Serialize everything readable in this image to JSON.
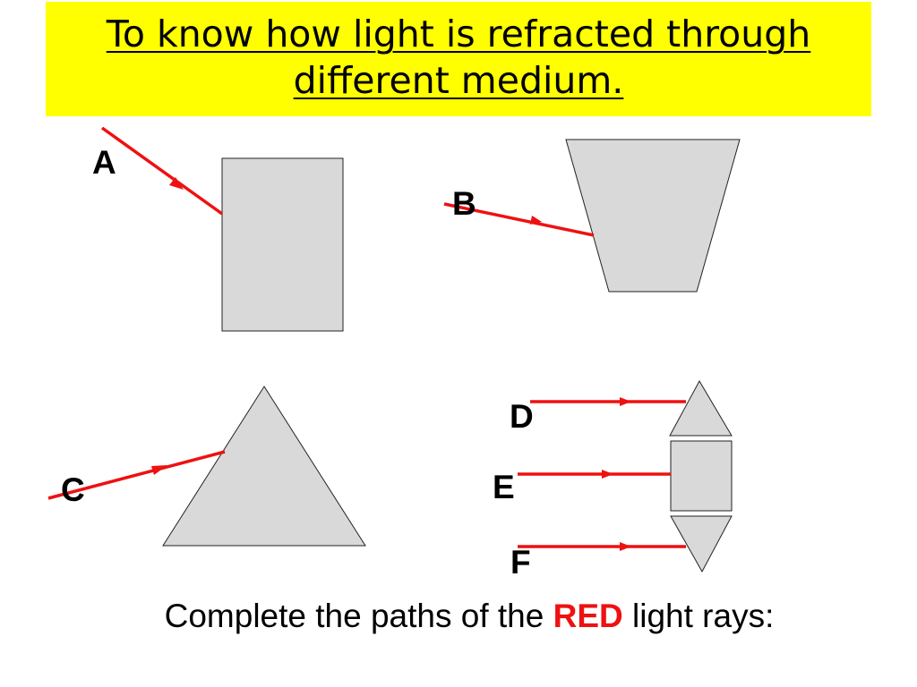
{
  "colors": {
    "title_bg": "#ffff00",
    "shape_fill": "#d9d9d9",
    "ray": "#ee1111",
    "emphasis": "#ee1111"
  },
  "header": {
    "title_line1": "To know how light is refracted through",
    "title_line2": "different medium."
  },
  "diagram": {
    "labels": {
      "a": "A",
      "b": "B",
      "c": "C",
      "d": "D",
      "e": "E",
      "f": "F"
    },
    "shapes": [
      "rectangle",
      "trapezium",
      "triangle",
      "upward-triangle",
      "square",
      "downward-triangle"
    ]
  },
  "instruction": {
    "before": "Complete the paths of the ",
    "emphasis": "RED",
    "after": " light rays:"
  }
}
